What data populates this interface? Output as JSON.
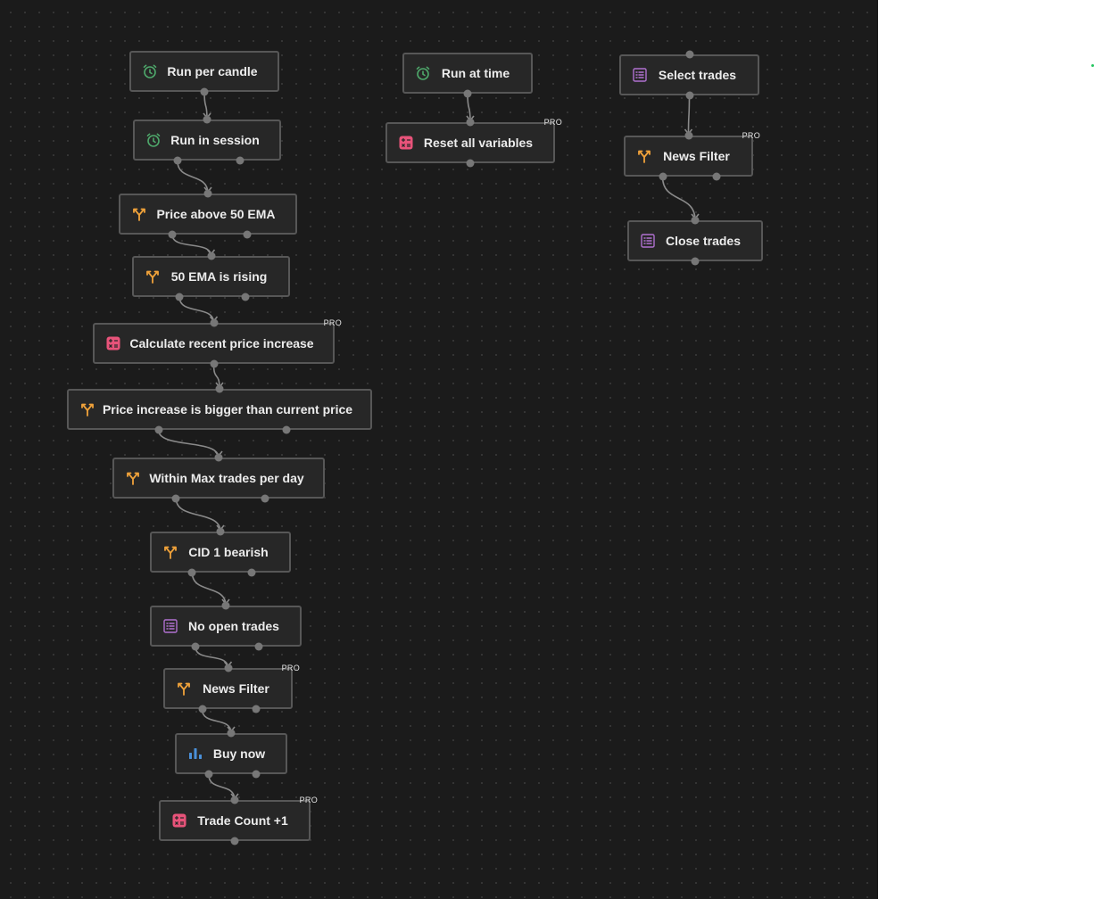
{
  "colors": {
    "canvas": "#1b1b1b",
    "node_bg": "#272727",
    "node_border": "#575757",
    "wire": "#8a8a8a",
    "port": "#777777",
    "icon_clock": "#4ea86b",
    "icon_branch": "#f0a23a",
    "icon_calc": "#e8537a",
    "icon_list": "#b071d0",
    "icon_chart": "#4a90d9"
  },
  "pro_label": "PRO",
  "nodes": [
    {
      "id": "n1",
      "label": "Run per candle",
      "icon": "alarm-clock-icon",
      "pro": false
    },
    {
      "id": "n2",
      "label": "Run in session",
      "icon": "alarm-clock-icon",
      "pro": false
    },
    {
      "id": "n3",
      "label": "Price above 50 EMA",
      "icon": "branch-icon",
      "pro": false
    },
    {
      "id": "n4",
      "label": "50 EMA is rising",
      "icon": "branch-icon",
      "pro": false
    },
    {
      "id": "n5",
      "label": "Calculate recent price increase",
      "icon": "calculator-icon",
      "pro": true
    },
    {
      "id": "n6",
      "label": "Price increase is bigger than current price",
      "icon": "branch-icon",
      "pro": false
    },
    {
      "id": "n7",
      "label": "Within Max trades per day",
      "icon": "branch-icon",
      "pro": false
    },
    {
      "id": "n8",
      "label": "CID 1 bearish",
      "icon": "branch-icon",
      "pro": false
    },
    {
      "id": "n9",
      "label": "No open trades",
      "icon": "list-icon",
      "pro": false
    },
    {
      "id": "n10",
      "label": "News Filter",
      "icon": "branch-icon",
      "pro": true
    },
    {
      "id": "n11",
      "label": "Buy now",
      "icon": "bar-chart-icon",
      "pro": false
    },
    {
      "id": "n12",
      "label": "Trade Count +1",
      "icon": "calculator-icon",
      "pro": true
    },
    {
      "id": "n13",
      "label": "Run at time",
      "icon": "alarm-clock-icon",
      "pro": false
    },
    {
      "id": "n14",
      "label": "Reset all variables",
      "icon": "calculator-icon",
      "pro": true
    },
    {
      "id": "n15",
      "label": "Select trades",
      "icon": "list-icon",
      "pro": false
    },
    {
      "id": "n16",
      "label": "News Filter",
      "icon": "branch-icon",
      "pro": true
    },
    {
      "id": "n17",
      "label": "Close trades",
      "icon": "list-icon",
      "pro": false
    }
  ],
  "connections": [
    {
      "from": "n1",
      "to": "n2"
    },
    {
      "from": "n2",
      "to": "n3"
    },
    {
      "from": "n3",
      "to": "n4"
    },
    {
      "from": "n4",
      "to": "n5"
    },
    {
      "from": "n5",
      "to": "n6"
    },
    {
      "from": "n6",
      "to": "n7"
    },
    {
      "from": "n7",
      "to": "n8"
    },
    {
      "from": "n8",
      "to": "n9"
    },
    {
      "from": "n9",
      "to": "n10"
    },
    {
      "from": "n10",
      "to": "n11"
    },
    {
      "from": "n11",
      "to": "n12"
    },
    {
      "from": "n13",
      "to": "n14"
    },
    {
      "from": "n15",
      "to": "n16"
    },
    {
      "from": "n16",
      "to": "n17"
    }
  ]
}
